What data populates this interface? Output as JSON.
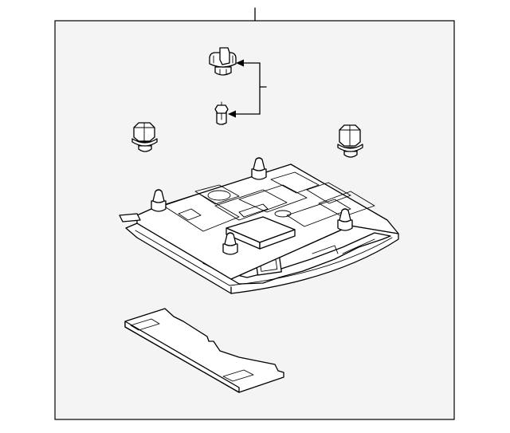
{
  "diagram": {
    "background": "#ffffff",
    "panel_fill": "#f4f4f4",
    "line_color": "#000000",
    "parts": [
      {
        "name": "bulb-socket-cap",
        "icon": "socket-cap-icon"
      },
      {
        "name": "wedge-bulb",
        "icon": "bulb-icon"
      },
      {
        "name": "mounting-bolt-left",
        "icon": "bolt-icon"
      },
      {
        "name": "mounting-bolt-right",
        "icon": "bolt-icon"
      },
      {
        "name": "overhead-console-housing",
        "icon": "console-icon"
      },
      {
        "name": "console-lens-cover",
        "icon": "lens-cover-icon"
      }
    ]
  }
}
